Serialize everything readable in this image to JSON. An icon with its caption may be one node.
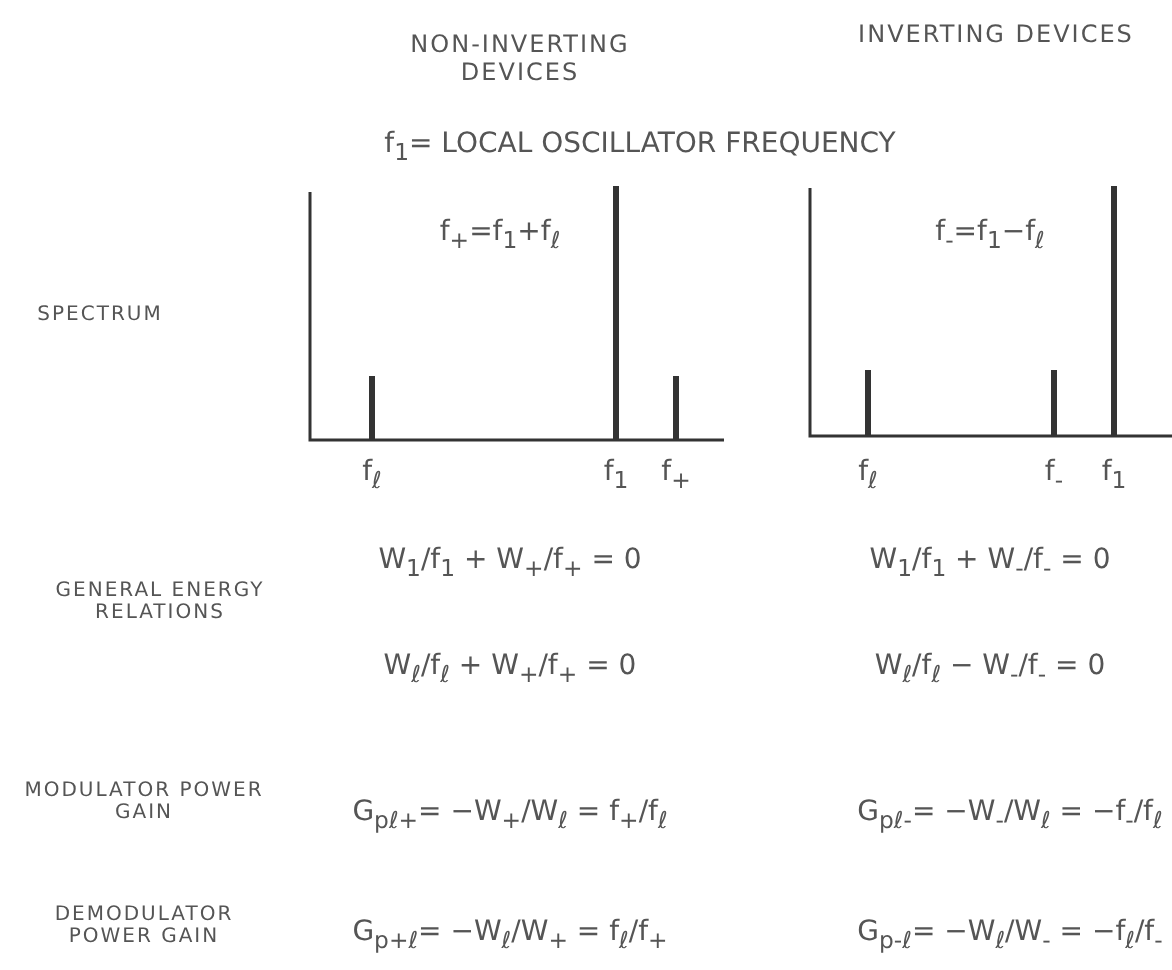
{
  "diagram": {
    "labels": [
      "NON-INVERTING DEVICES",
      "INVERTING DEVICES",
      "f$_{1}$= LOCAL OSCILLATOR FREQUENCY",
      "SPECTRUM",
      "f$_{+}$=f$_{1}$+f$_{ℓ}$",
      "f$_{ℓ}$",
      "f$_{1}$",
      "f$_{+}$",
      "f$_{-}$=f$_{1}$−f$_{ℓ}$",
      "f$_{ℓ}$",
      "f$_{-}$",
      "f$_{1}$",
      "GENERAL ENERGY RELATIONS",
      "W$_{1}$/f$_{1}$ + W$_{+}$/f$_{+}$ = 0",
      "W$_{1}$/f$_{1}$ + W$_{-}$/f$_{-}$ = 0",
      "W$_{ℓ}$/f$_{ℓ}$ + W$_{+}$/f$_{+}$ = 0",
      "W$_{ℓ}$/f$_{ℓ}$ − W$_{-}$/f$_{-}$ = 0",
      "MODULATOR POWER GAIN",
      "G$_{pℓ+}$= −W$_{+}$/W$_{ℓ}$ = f$_{+}$/f$_{ℓ}$",
      "G$_{pℓ-}$= −W$_{-}$/W$_{ℓ}$ = −f$_{-}$/f$_{ℓ}$",
      "DEMODULATOR POWER GAIN",
      "G$_{p+ℓ}$= −W$_{ℓ}$/W$_{+}$ = f$_{ℓ}$/f$_{+}$",
      "G$_{p-ℓ}$= −W$_{ℓ}$/W$_{-}$ = −f$_{ℓ}$/f$_{-}$"
    ]
  }
}
